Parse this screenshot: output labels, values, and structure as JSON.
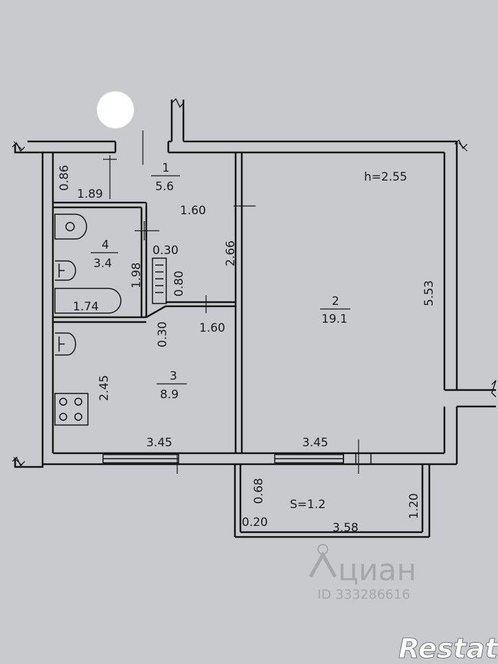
{
  "height_label": "h=2.55",
  "rooms": [
    {
      "number": "1",
      "area": "5.6"
    },
    {
      "number": "2",
      "area": "19.1"
    },
    {
      "number": "3",
      "area": "8.9"
    },
    {
      "number": "4",
      "area": "3.4"
    }
  ],
  "dimensions": {
    "d086": "0.86",
    "d189": "1.89",
    "d160_hall": "1.60",
    "d266": "2.66",
    "d030_top": "0.30",
    "d080": "0.80",
    "d198": "1.98",
    "d174": "1.74",
    "d030_mid": "0.30",
    "d160_mid": "1.60",
    "d553": "5.53",
    "d245": "2.45",
    "d345_kitchen": "3.45",
    "d345_room": "3.45",
    "d068": "0.68",
    "d020": "0.20",
    "balcony_area": "S=1.2",
    "d358": "3.58",
    "d120": "1.20"
  },
  "watermark": {
    "brand": "циан",
    "id": "ID 333286616"
  },
  "logo": "Restate"
}
